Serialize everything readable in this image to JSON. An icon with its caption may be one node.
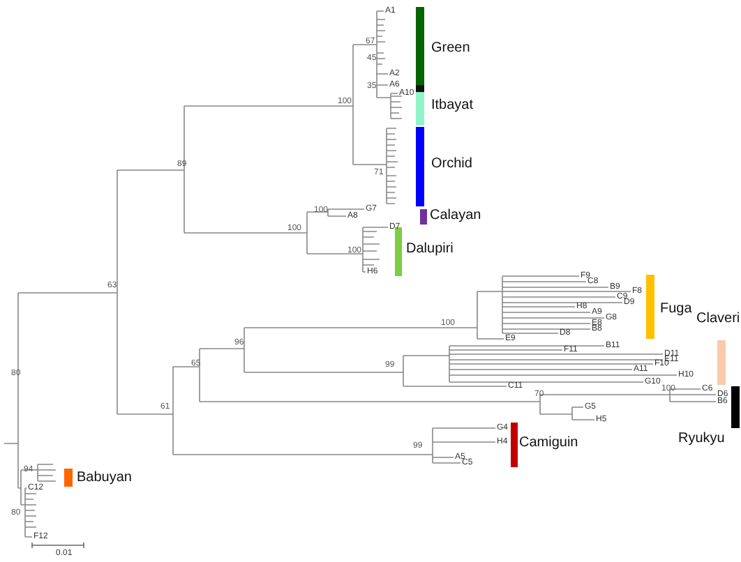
{
  "diagram": {
    "labels": [
      "A1",
      "67",
      "45",
      "A2",
      "35",
      "A6",
      "A10",
      "100",
      "89",
      "71",
      "100",
      "G7",
      "A8",
      "100",
      "D7",
      "100",
      "H6",
      "63",
      "F9",
      "C8",
      "B9",
      "F8",
      "C9",
      "D9",
      "H8",
      "A9",
      "G8",
      "E8",
      "B8",
      "100",
      "D8",
      "E9",
      "96",
      "B11",
      "F11",
      "D11",
      "E11",
      "65",
      "F10",
      "99",
      "A11",
      "H10",
      "G10",
      "C11",
      "C6",
      "100",
      "D6",
      "B6",
      "70",
      "G5",
      "61",
      "H5",
      "G4",
      "H4",
      "99",
      "A5",
      "C5",
      "80",
      "94",
      "C12",
      "80",
      "F12",
      "0.01"
    ],
    "legend": [
      {
        "text": "Green",
        "color": "#006400"
      },
      {
        "text": "Itbayat",
        "color": "#8ff5c8"
      },
      {
        "text": "Orchid",
        "color": "#0000ff"
      },
      {
        "text": "Calayan",
        "color": "#7030a0"
      },
      {
        "text": "Dalupiri",
        "color": "#7ccc44"
      },
      {
        "text": "Fuga",
        "color": "#ffc000"
      },
      {
        "text": "Claveri",
        "color": "#f8cbad"
      },
      {
        "text": "Ryukyu",
        "color": "#000000"
      },
      {
        "text": "Camiguin",
        "color": "#c00000"
      },
      {
        "text": "Babuyan",
        "color": "#ff6600"
      }
    ]
  }
}
